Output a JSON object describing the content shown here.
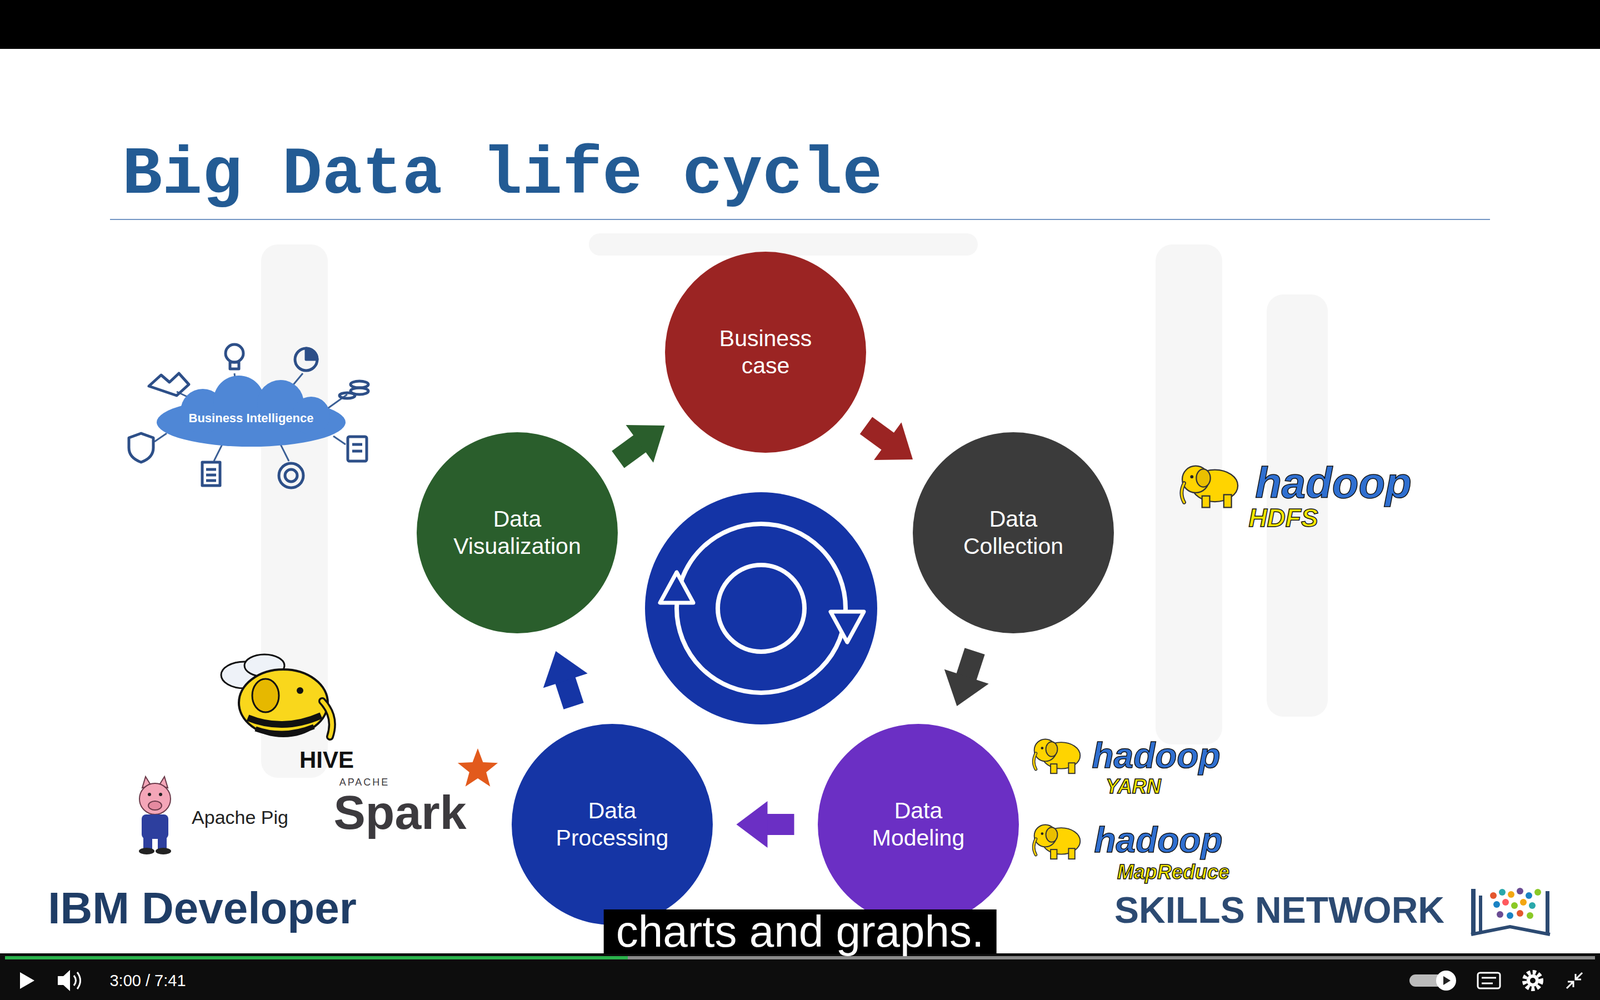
{
  "diagram": {
    "title": "Big Data life cycle",
    "nodes": [
      {
        "text": [
          "Business case"
        ]
      },
      {
        "text": [
          "Data Collection"
        ]
      },
      {
        "text": [
          "Data Modeling"
        ]
      },
      {
        "text": [
          "Data Processing"
        ]
      },
      {
        "text": [
          "Data Visualization"
        ]
      }
    ],
    "edges": [
      {
        "from": 0,
        "to": 1,
        "arrow": "to"
      },
      {
        "from": 1,
        "to": 2,
        "arrow": "to"
      },
      {
        "from": 2,
        "to": 3,
        "arrow": "to"
      },
      {
        "from": 3,
        "to": 4,
        "arrow": "to"
      },
      {
        "from": 4,
        "to": 0,
        "arrow": "to"
      }
    ],
    "labels": [
      "Business Intelligence",
      "hadoop",
      "HDFS",
      "hadoop",
      "YARN",
      "hadoop",
      "MapReduce",
      "HIVE",
      "APACHE",
      "Spark",
      "Apache Pig",
      "IBM Developer",
      "SKILLS NETWORK",
      "charts and graphs.",
      "3:00 / 7:41"
    ]
  }
}
